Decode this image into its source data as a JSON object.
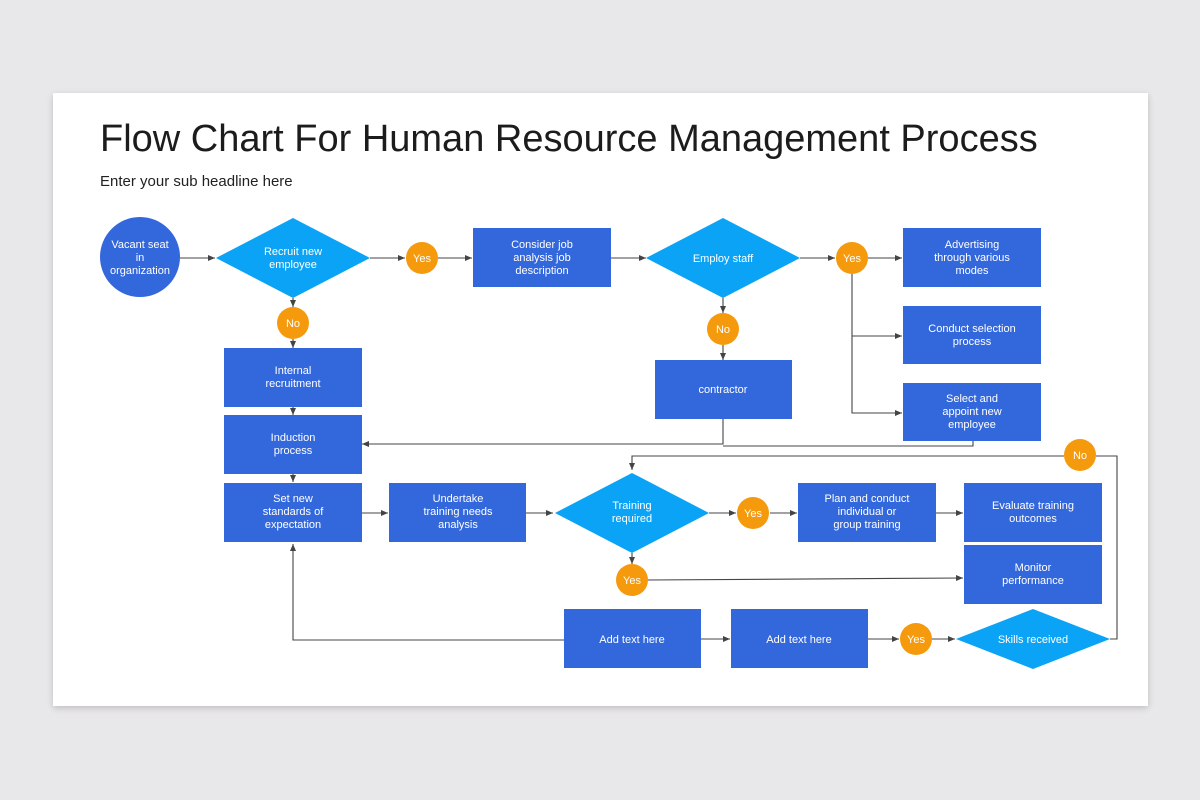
{
  "title": "Flow Chart For Human Resource Management Process",
  "subtitle": "Enter your sub headline here",
  "colors": {
    "background": "#e8e7e9",
    "slide": "#ffffff",
    "process_box": "#3367dc",
    "decision": "#0aa3f5",
    "start_circle": "#3367dc",
    "yes_no_badge": "#f49a0c",
    "connector": "#444444"
  },
  "nodes": {
    "vacant": [
      "Vacant seat",
      "in",
      "organization"
    ],
    "recruit": [
      "Recruit new",
      "employee"
    ],
    "consider": [
      "Consider job",
      "analysis job",
      "description"
    ],
    "employ": [
      "Employ staff"
    ],
    "advertising": [
      "Advertising",
      "through various",
      "modes"
    ],
    "conduct_selection": [
      "Conduct selection",
      "process"
    ],
    "select_appoint": [
      "Select and",
      "appoint new",
      "employee"
    ],
    "internal": [
      "Internal",
      "recruitment"
    ],
    "contractor": [
      "contractor"
    ],
    "induction": [
      "Induction",
      "process"
    ],
    "set_standards": [
      "Set new",
      "standards of",
      "expectation"
    ],
    "undertake": [
      "Undertake",
      "training needs",
      "analysis"
    ],
    "training_required": [
      "Training",
      "required"
    ],
    "plan_conduct": [
      "Plan and conduct",
      "individual or",
      "group training"
    ],
    "evaluate": [
      "Evaluate training",
      "outcomes"
    ],
    "monitor": [
      "Monitor",
      "performance"
    ],
    "add_text_1": [
      "Add text here"
    ],
    "add_text_2": [
      "Add text here"
    ],
    "skills": [
      "Skills received"
    ]
  },
  "badges": {
    "yes_1": "Yes",
    "yes_2": "Yes",
    "no_1": "No",
    "no_2": "No",
    "no_3": "No",
    "yes_3": "Yes",
    "yes_4": "Yes",
    "yes_5": "Yes"
  }
}
